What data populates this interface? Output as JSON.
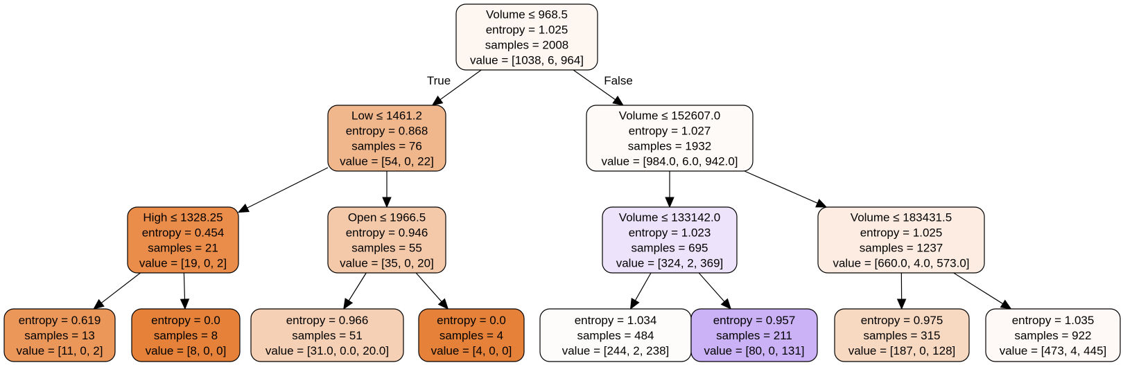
{
  "tree": {
    "edge_labels": {
      "true_label": "True",
      "false_label": "False"
    },
    "nodes": [
      {
        "id": "root",
        "fill": "#fef6f1",
        "lines": [
          "Volume ≤ 968.5",
          "entropy = 1.025",
          "samples = 2008",
          "value = [1038, 6, 964]"
        ]
      },
      {
        "id": "n1",
        "fill": "#f1b78c",
        "lines": [
          "Low ≤ 1461.2",
          "entropy = 0.868",
          "samples = 76",
          "value = [54, 0, 22]"
        ]
      },
      {
        "id": "n2",
        "fill": "#fefaf7",
        "lines": [
          "Volume ≤ 152607.0",
          "entropy = 1.027",
          "samples = 1932",
          "value = [984.0, 6.0, 942.0]"
        ]
      },
      {
        "id": "n3",
        "fill": "#ea8c4a",
        "lines": [
          "High ≤ 1328.25",
          "entropy = 0.454",
          "samples = 21",
          "value = [19, 0, 2]"
        ]
      },
      {
        "id": "n4",
        "fill": "#f4c9a9",
        "lines": [
          "Open ≤ 1966.5",
          "entropy = 0.946",
          "samples = 55",
          "value = [35, 0, 20]"
        ]
      },
      {
        "id": "n5",
        "fill": "#ede3fb",
        "lines": [
          "Volume ≤ 133142.0",
          "entropy = 1.023",
          "samples = 695",
          "value = [324, 2, 369]"
        ]
      },
      {
        "id": "n6",
        "fill": "#fcece1",
        "lines": [
          "Volume ≤ 183431.5",
          "entropy = 1.025",
          "samples = 1237",
          "value = [660.0, 4.0, 573.0]"
        ]
      },
      {
        "id": "n7",
        "fill": "#ec975a",
        "lines": [
          "entropy = 0.619",
          "samples = 13",
          "value = [11, 0, 2]"
        ]
      },
      {
        "id": "n8",
        "fill": "#e58139",
        "lines": [
          "entropy = 0.0",
          "samples = 8",
          "value = [8, 0, 0]"
        ]
      },
      {
        "id": "n9",
        "fill": "#f6d0b4",
        "lines": [
          "entropy = 0.966",
          "samples = 51",
          "value = [31.0, 0.0, 20.0]"
        ]
      },
      {
        "id": "n10",
        "fill": "#e58139",
        "lines": [
          "entropy = 0.0",
          "samples = 4",
          "value = [4, 0, 0]"
        ]
      },
      {
        "id": "n11",
        "fill": "#fefcfb",
        "lines": [
          "entropy = 1.034",
          "samples = 484",
          "value = [244, 2, 238]"
        ]
      },
      {
        "id": "n12",
        "fill": "#cbb2f6",
        "lines": [
          "entropy = 0.957",
          "samples = 211",
          "value = [80, 0, 131]"
        ]
      },
      {
        "id": "n13",
        "fill": "#f7d8c1",
        "lines": [
          "entropy = 0.975",
          "samples = 315",
          "value = [187, 0, 128]"
        ]
      },
      {
        "id": "n14",
        "fill": "#fef9f6",
        "lines": [
          "entropy = 1.035",
          "samples = 922",
          "value = [473, 4, 445]"
        ]
      }
    ],
    "edges": [
      {
        "from": "root",
        "to": "n1",
        "label": "true"
      },
      {
        "from": "root",
        "to": "n2",
        "label": "false"
      },
      {
        "from": "n1",
        "to": "n3"
      },
      {
        "from": "n1",
        "to": "n4"
      },
      {
        "from": "n2",
        "to": "n5"
      },
      {
        "from": "n2",
        "to": "n6"
      },
      {
        "from": "n3",
        "to": "n7"
      },
      {
        "from": "n3",
        "to": "n8"
      },
      {
        "from": "n4",
        "to": "n9"
      },
      {
        "from": "n4",
        "to": "n10"
      },
      {
        "from": "n5",
        "to": "n11"
      },
      {
        "from": "n5",
        "to": "n12"
      },
      {
        "from": "n6",
        "to": "n13"
      },
      {
        "from": "n6",
        "to": "n14"
      }
    ]
  }
}
